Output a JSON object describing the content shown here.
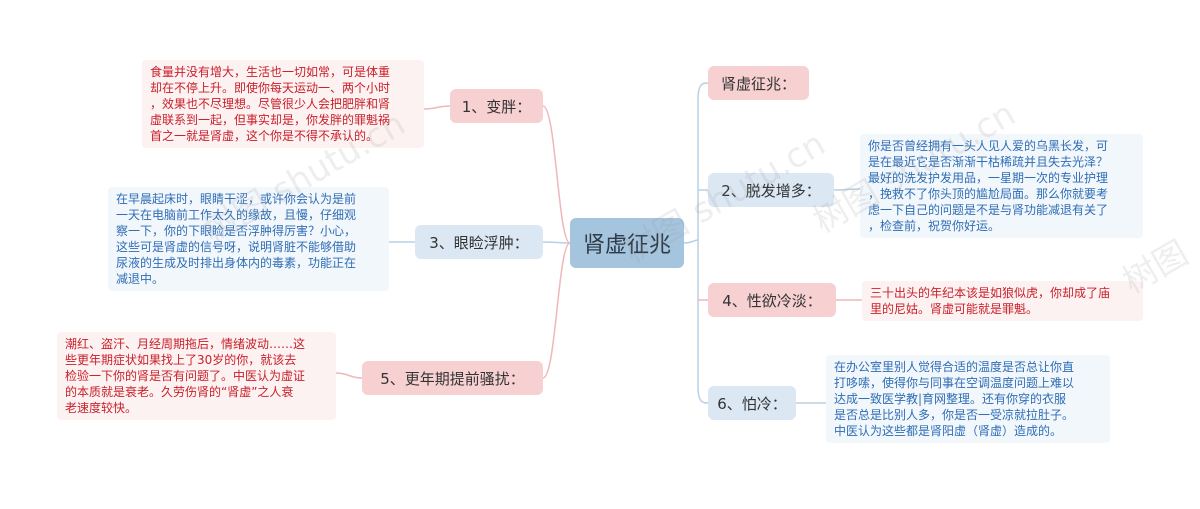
{
  "center": {
    "label": "肾虚征兆"
  },
  "left_branches": [
    {
      "label": "1、变胖：",
      "leaf": "食量并没有增大，生活也一切如常，可是体重\n却在不停上升。即使你每天运动一、两个小时\n，效果也不尽理想。尽管很少人会把肥胖和肾\n虚联系到一起，但事实却是，你发胖的罪魁祸\n首之一就是肾虚，这个你是不得不承认的。"
    },
    {
      "label": "3、眼睑浮肿：",
      "leaf": "在早晨起床时，眼睛干涩，或许你会认为是前\n一天在电脑前工作太久的缘故，且慢，仔细观\n察一下，你的下眼睑是否浮肿得厉害？小心，\n这些可是肾虚的信号呀，说明肾脏不能够借助\n尿液的生成及时排出身体内的毒素，功能正在\n减退中。"
    },
    {
      "label": "5、更年期提前骚扰：",
      "leaf": "潮红、盗汗、月经周期拖后，情绪波动……这\n些更年期症状如果找上了30岁的你，就该去\n检验一下你的肾是否有问题了。中医认为虚证\n的本质就是衰老。久劳伤肾的“肾虚”之人衰\n老速度较快。"
    }
  ],
  "right_branches": [
    {
      "label": "肾虚征兆：",
      "leaf": ""
    },
    {
      "label": "2、脱发增多：",
      "leaf": "你是否曾经拥有一头人见人爱的乌黑长发，可\n是在最近它是否渐渐干枯稀疏并且失去光泽？\n最好的洗发护发用品，一星期一次的专业护理\n，挽救不了你头顶的尴尬局面。那么你就要考\n虑一下自己的问题是不是与肾功能减退有关了\n，检查前，祝贺你好运。"
    },
    {
      "label": "4、性欲冷淡：",
      "leaf": "三十出头的年纪本该是如狼似虎，你却成了庙\n里的尼姑。肾虚可能就是罪魁。"
    },
    {
      "label": "6、怕冷：",
      "leaf": "在办公室里别人觉得合适的温度是否总让你直\n打哆嗦，使得你与同事在空调温度问题上难以\n达成一致医学教|育网整理。还有你穿的衣服\n是否总是比别人多，你是否一受凉就拉肚子。\n中医认为这些都是肾阳虚（肾虚）造成的。"
    }
  ],
  "watermarks": [
    "树图 shutu.cn",
    "树图 shutu.cn",
    "树图 shutu.cn",
    "树图"
  ],
  "colors": {
    "center": "#a5c4de",
    "pink": "#f7d0d2",
    "blue": "#dbe7f3",
    "leaf_red": "#c8202a",
    "leaf_blue": "#2f6db5"
  }
}
